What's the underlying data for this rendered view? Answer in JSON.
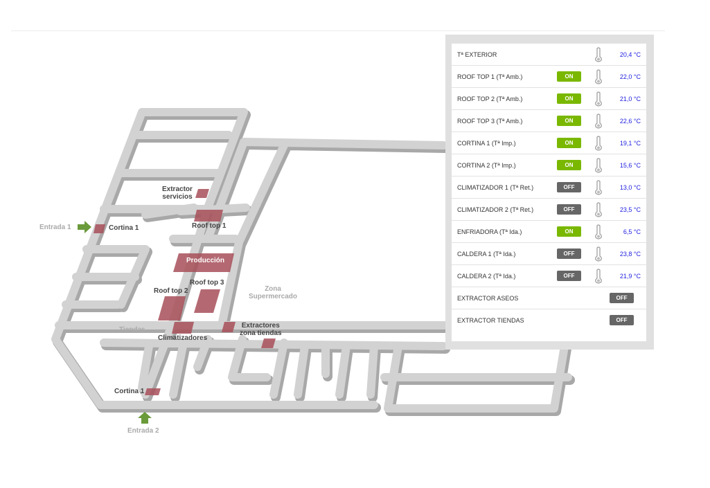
{
  "map": {
    "labels": {
      "entrada1": "Entrada 1",
      "entrada2": "Entrada 2",
      "cortina1_top": "Cortina 1",
      "cortina1_bottom": "Cortina 1",
      "extractor_servicios_1": "Extractor",
      "extractor_servicios_2": "servicios",
      "roof_top_1": "Roof top 1",
      "produccion": "Producción",
      "roof_top_2": "Roof top 2",
      "roof_top_3": "Roof top 3",
      "zona_1": "Zona",
      "zona_2": "Supermercado",
      "tiendas": "Tiendas",
      "climatizadores": "Climatizadores",
      "extractores_1": "Extractores",
      "extractores_2": "zona tiendas"
    },
    "colors": {
      "wall": "#cfcfcf",
      "wall_dark": "#a8a8a8",
      "zone": "#a8505a",
      "arrow": "#6a9a3a"
    }
  },
  "panel": {
    "rows": [
      {
        "name": "Tª EXTERIOR",
        "status": null,
        "temp": "20,4 °C"
      },
      {
        "name": "ROOF TOP 1 (Tª Amb.)",
        "status": "ON",
        "temp": "22,0 °C"
      },
      {
        "name": "ROOF TOP 2 (Tª Amb.)",
        "status": "ON",
        "temp": "21,0 °C"
      },
      {
        "name": "ROOF TOP 3 (Tª Amb.)",
        "status": "ON",
        "temp": "22,6 °C"
      },
      {
        "name": "CORTINA 1 (Tª Imp.)",
        "status": "ON",
        "temp": "19,1 °C"
      },
      {
        "name": "CORTINA 2 (Tª Imp.)",
        "status": "ON",
        "temp": "15,6 °C"
      },
      {
        "name": "CLIMATIZADOR 1 (Tª Ret.)",
        "status": "OFF",
        "temp": "13,0 °C"
      },
      {
        "name": "CLIMATIZADOR 2 (Tª Ret.)",
        "status": "OFF",
        "temp": "23,5 °C"
      },
      {
        "name": "ENFRIADORA (Tª Ida.)",
        "status": "ON",
        "temp": "6,5 °C"
      },
      {
        "name": "CALDERA 1 (Tª Ida.)",
        "status": "OFF",
        "temp": "23,8 °C"
      },
      {
        "name": "CALDERA 2 (Tª Ida.)",
        "status": "OFF",
        "temp": "21,9 °C"
      },
      {
        "name": "EXTRACTOR ASEOS",
        "status": "OFF",
        "temp": null
      },
      {
        "name": "EXTRACTOR TIENDAS",
        "status": "OFF",
        "temp": null
      }
    ],
    "colors": {
      "on": "#7ab800",
      "off": "#666666",
      "temp": "#2020e0"
    }
  }
}
